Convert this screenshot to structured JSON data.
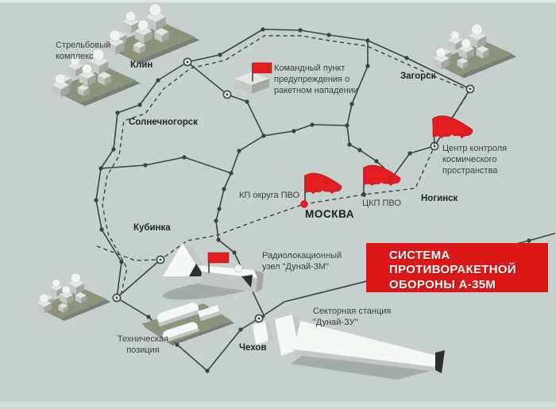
{
  "colors": {
    "bg": "#c6d0cd",
    "line": "#3a4443",
    "text": "#37413f",
    "city": "#1d2726",
    "red": "#e31c20",
    "title_bg": "#dc1717",
    "title_text": "#ffffff",
    "platform": "#8e947b",
    "platform_shadow": "#5f665a",
    "cube_top": "#e4e6e2",
    "cube_left": "#c5c8c4",
    "cube_right": "#a4a8a4",
    "dome": "#f2f4f1",
    "white_face": "#f6f8f6",
    "shade_face": "#c3c8c4",
    "dark_face": "#2a302f"
  },
  "labels": {
    "firing_complex": "Стрельбовый\nкомплекс",
    "klin": "Клин",
    "solnechnogorsk": "Солнечногорск",
    "warning_post": "Командный пункт\nпредупреждения о\nракетном нападении",
    "zagorsk": "Загорск",
    "space_center": "Центр контроля\nкосмического\nпространства",
    "kp_district": "КП округа ПВО",
    "moscow": "МОСКВА",
    "tskp": "ЦКП ПВО",
    "noginsk": "Ногинск",
    "kubinka": "Кубинка",
    "radar_node": "Радиолокационный\nузел \"Дунай-3М\"",
    "tech_position": "Техническая\nпозиция",
    "chekhov": "Чехов",
    "sector_station": "Секторная станция\n\"Дунай-ЗУ\"",
    "title": "СИСТЕМА\nПРОТИВОРАКЕТНОЙ\nОБОРОНЫ  А-35М"
  }
}
